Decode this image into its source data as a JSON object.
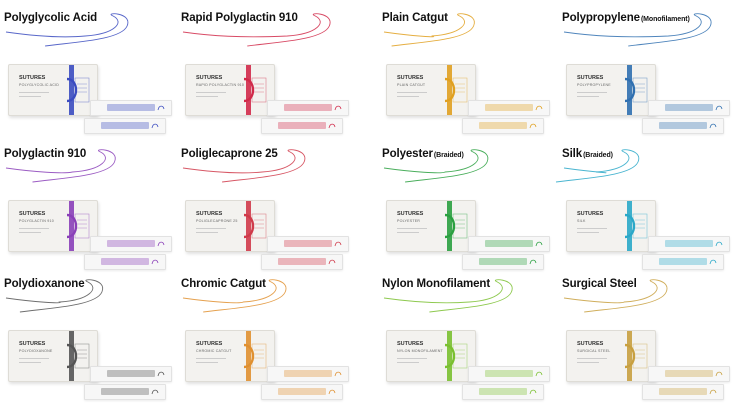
{
  "brand_label": "SUTURES",
  "products": [
    {
      "title": "Polyglycolic Acid",
      "sub": "",
      "color": "#3b4cc0",
      "box_name": "POLYGLYCOLIC ACID"
    },
    {
      "title": "Rapid Polyglactin 910",
      "sub": "",
      "color": "#d12a4a",
      "box_name": "RAPID POLYGLACTIN 910"
    },
    {
      "title": "Plain Catgut",
      "sub": "",
      "color": "#e0a020",
      "box_name": "PLAIN CATGUT"
    },
    {
      "title": "Polypropylene",
      "sub": "(Monofilament)",
      "color": "#3070b0",
      "box_name": "POLYPROPYLENE"
    },
    {
      "title": "Polyglactin 910",
      "sub": "",
      "color": "#8a3fb8",
      "box_name": "POLYGLACTIN 910"
    },
    {
      "title": "Poliglecaprone 25",
      "sub": "",
      "color": "#d03a4a",
      "box_name": "POLIGLECAPRONE 25"
    },
    {
      "title": "Polyester",
      "sub": "(Braided)",
      "color": "#2aa040",
      "box_name": "POLYESTER"
    },
    {
      "title": "Silk",
      "sub": "(Braided)",
      "color": "#2aa8c8",
      "box_name": "SILK"
    },
    {
      "title": "Polydioxanone",
      "sub": "",
      "color": "#555555",
      "box_name": "POLYDIOXANONE"
    },
    {
      "title": "Chromic Catgut",
      "sub": "",
      "color": "#e09030",
      "box_name": "CHROMIC CATGUT"
    },
    {
      "title": "Nylon Monofilament",
      "sub": "",
      "color": "#7ac030",
      "box_name": "NYLON MONOFILAMENT"
    },
    {
      "title": "Surgical Steel",
      "sub": "",
      "color": "#c8a040",
      "box_name": "SURGICAL STEEL"
    }
  ]
}
